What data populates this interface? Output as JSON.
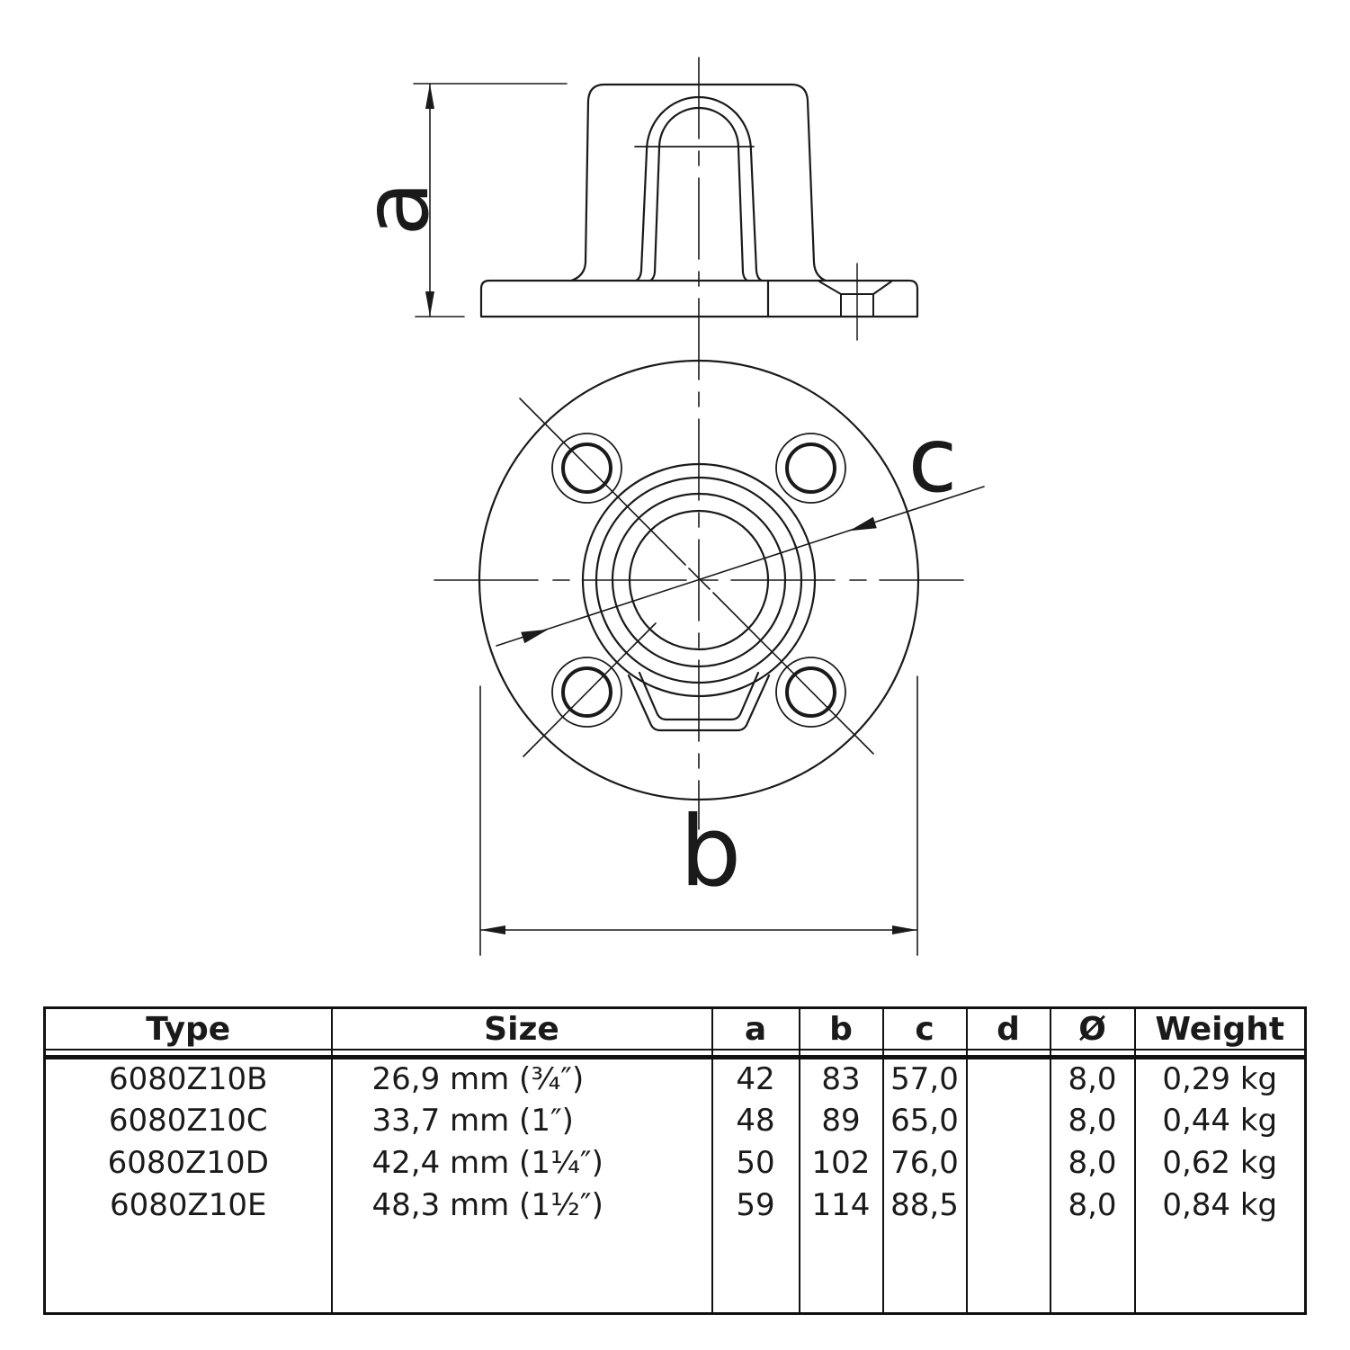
{
  "drawing": {
    "dimension_labels": {
      "a": "a",
      "b": "b",
      "c": "c"
    },
    "views": {
      "side_view": "flange-side-elevation",
      "top_view": "flange-plan-with-four-bolt-holes"
    }
  },
  "table": {
    "headers": [
      "Type",
      "Size",
      "a",
      "b",
      "c",
      "d",
      "Ø",
      "Weight"
    ],
    "rows": [
      {
        "type": "6080Z10B",
        "size": "26,9 mm (¾″)",
        "a": "42",
        "b": "83",
        "c": "57,0",
        "d": "",
        "diameter": "8,0",
        "weight": "0,29 kg"
      },
      {
        "type": "6080Z10C",
        "size": "33,7 mm (1″)",
        "a": "48",
        "b": "89",
        "c": "65,0",
        "d": "",
        "diameter": "8,0",
        "weight": "0,44 kg"
      },
      {
        "type": "6080Z10D",
        "size": "42,4 mm (1¼″)",
        "a": "50",
        "b": "102",
        "c": "76,0",
        "d": "",
        "diameter": "8,0",
        "weight": "0,62 kg"
      },
      {
        "type": "6080Z10E",
        "size": "48,3 mm (1½″)",
        "a": "59",
        "b": "114",
        "c": "88,5",
        "d": "",
        "diameter": "8,0",
        "weight": "0,84 kg"
      }
    ]
  }
}
